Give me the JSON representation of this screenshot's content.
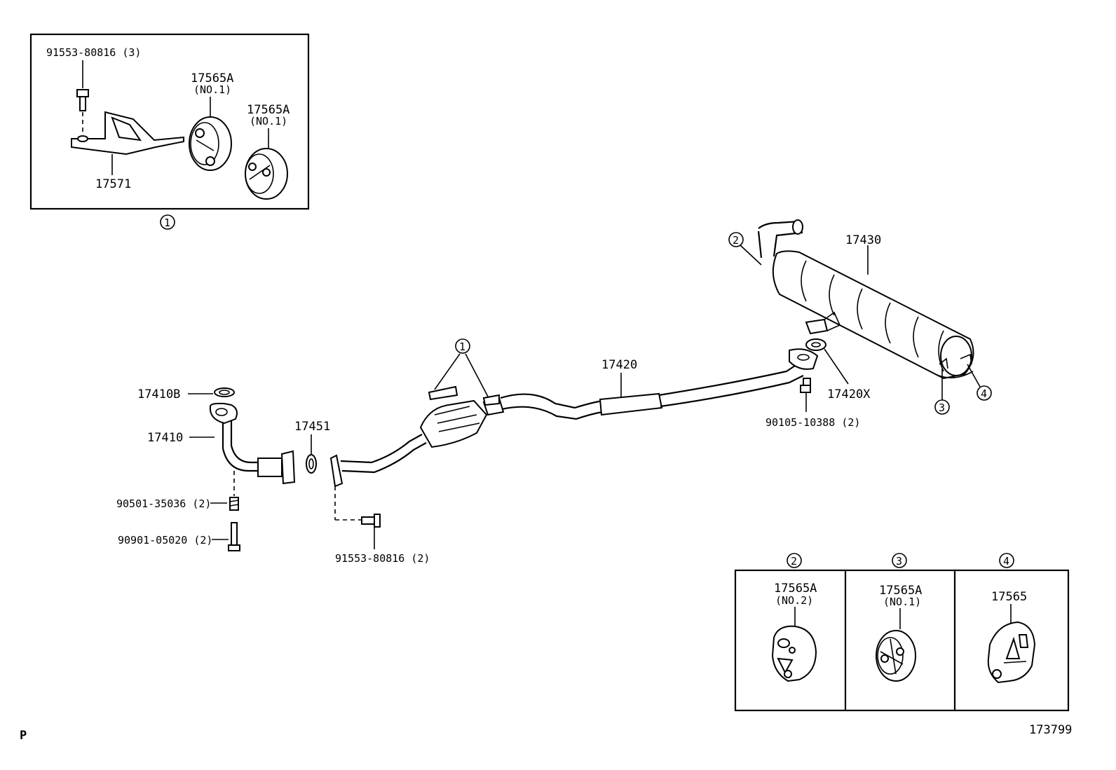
{
  "inset_top": {
    "bolt": "91553-80816 (3)",
    "hanger_a_code": "17565A",
    "hanger_a_sub": "(NO.1)",
    "hanger_b_code": "17565A",
    "hanger_b_sub": "(NO.1)",
    "bracket": "17571",
    "ref": "1"
  },
  "main": {
    "gasket_ring": "17410B",
    "front_pipe": "17410",
    "gasket_front": "17451",
    "spring": "90501-35036 (2)",
    "stud_bolt": "90901-05020 (2)",
    "flange_bolt": "91553-80816 (2)",
    "center_pipe": "17420",
    "gasket_rear": "17420X",
    "rear_bolt": "90105-10388 (2)",
    "muffler": "17430",
    "callout_1": "1",
    "callout_2": "2",
    "callout_3": "3",
    "callout_4": "4"
  },
  "inset_bottom": {
    "col2_ref": "2",
    "col2_code": "17565A",
    "col2_sub": "(NO.2)",
    "col3_ref": "3",
    "col3_code": "17565A",
    "col3_sub": "(NO.1)",
    "col4_ref": "4",
    "col4_code": "17565"
  },
  "footer": {
    "left_mark": "P",
    "figure_number": "173799"
  }
}
